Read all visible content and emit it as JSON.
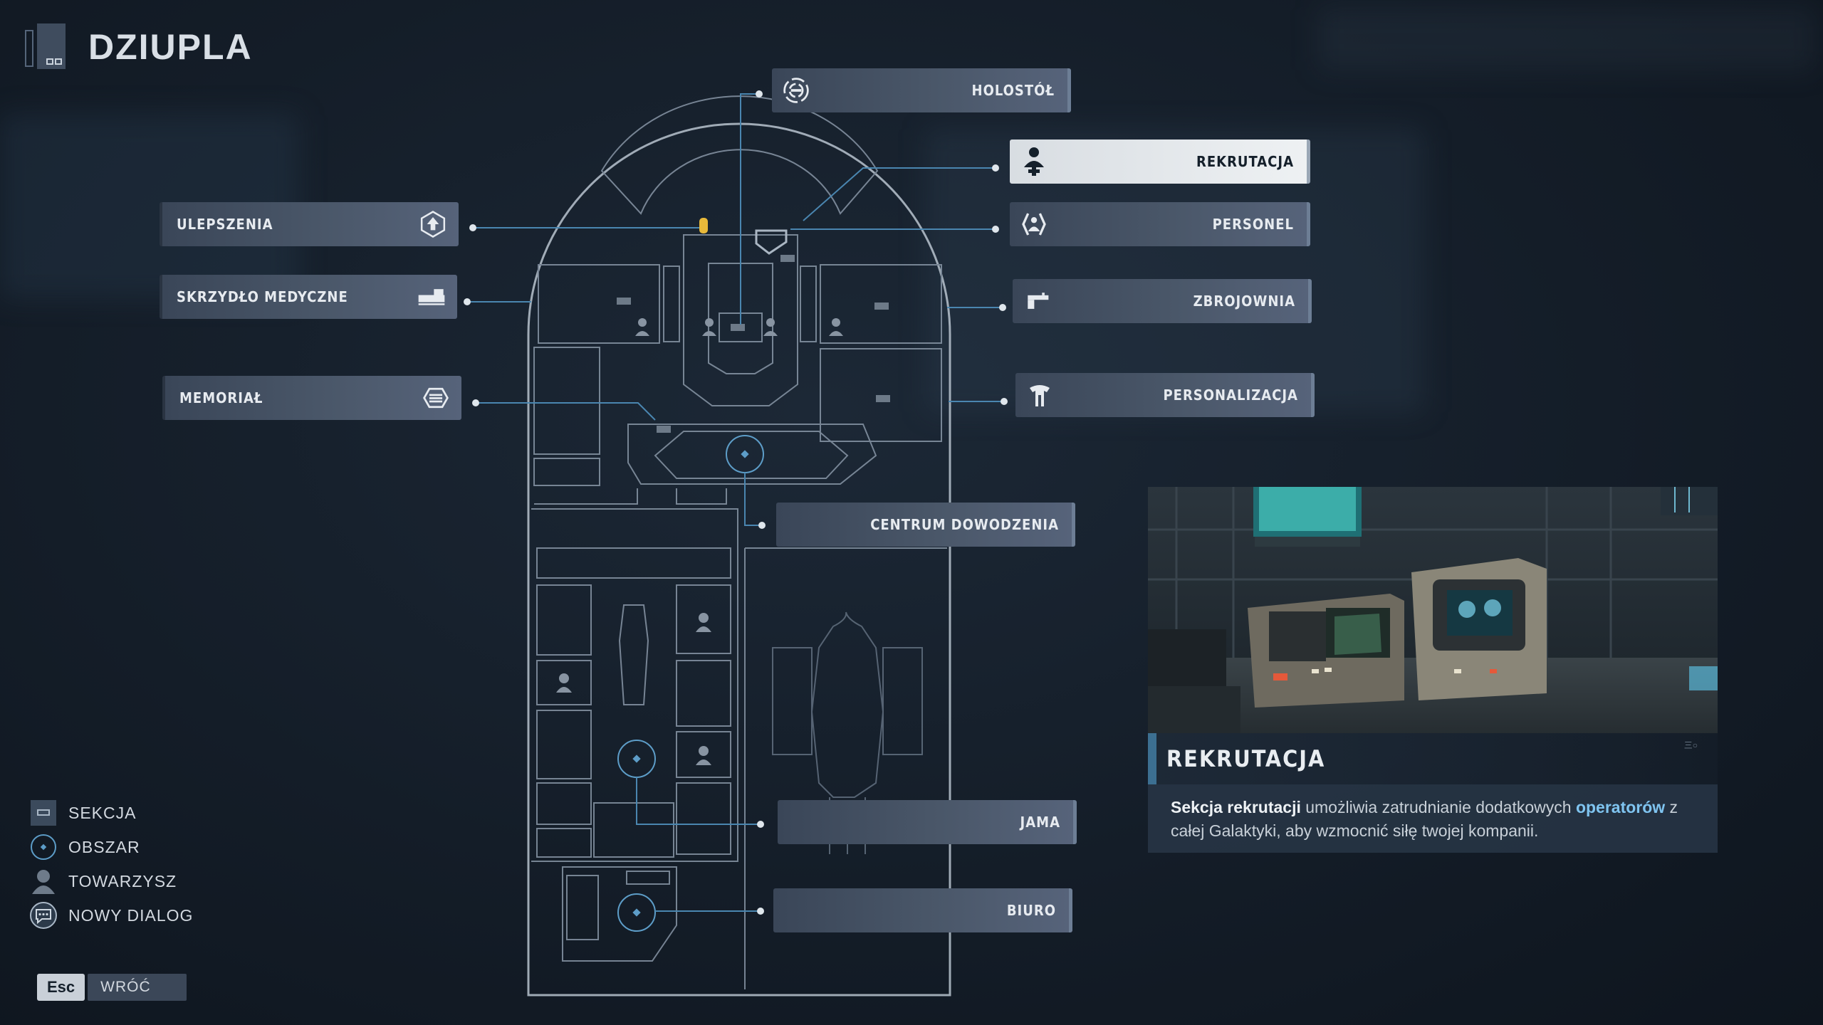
{
  "header": {
    "title": "DZIUPLA",
    "title_icon": "locker-icon"
  },
  "colors": {
    "accent": "#3c6f91",
    "highlight": "#7fc4f0",
    "panel": "#4a5769",
    "active_panel": "#eef1f3"
  },
  "labels_left": [
    {
      "id": "ulepszenia",
      "text": "ULEPSZENIA",
      "icon": "upgrade-emblem-icon"
    },
    {
      "id": "skrzydlo",
      "text": "SKRZYDŁO MEDYCZNE",
      "icon": "medical-bed-icon"
    },
    {
      "id": "memorial",
      "text": "MEMORIAŁ",
      "icon": "memorial-icon"
    }
  ],
  "labels_right": [
    {
      "id": "holostol",
      "text": "HOLOSTÓŁ",
      "icon": "hologram-icon"
    },
    {
      "id": "rekrutacja",
      "text": "REKRUTACJA",
      "icon": "recruit-icon",
      "active": true
    },
    {
      "id": "personel",
      "text": "PERSONEL",
      "icon": "personnel-icon"
    },
    {
      "id": "zbrojownia",
      "text": "ZBROJOWNIA",
      "icon": "blaster-icon"
    },
    {
      "id": "personalizacja",
      "text": "PERSONALIZACJA",
      "icon": "armor-icon"
    },
    {
      "id": "centrum",
      "text": "CENTRUM DOWODZENIA",
      "icon": ""
    },
    {
      "id": "jama",
      "text": "JAMA",
      "icon": ""
    },
    {
      "id": "biuro",
      "text": "BIURO",
      "icon": ""
    }
  ],
  "legend": [
    {
      "text": "SEKCJA",
      "icon": "section-icon"
    },
    {
      "text": "OBSZAR",
      "icon": "area-icon"
    },
    {
      "text": "TOWARZYSZ",
      "icon": "companion-icon"
    },
    {
      "text": "NOWY DIALOG",
      "icon": "new-dialog-icon"
    }
  ],
  "footer": {
    "key": "Esc",
    "action": "WRÓĆ"
  },
  "info": {
    "title": "REKRUTACJA",
    "desc_bold": "Sekcja rekrutacji",
    "desc_1": " umożliwia zatrudnianie dodatkowych ",
    "desc_hl": "operatorów",
    "desc_2": " z całej Galaktyki, aby wzmocnić siłę twojej kompanii.",
    "image_tag": "三○"
  }
}
